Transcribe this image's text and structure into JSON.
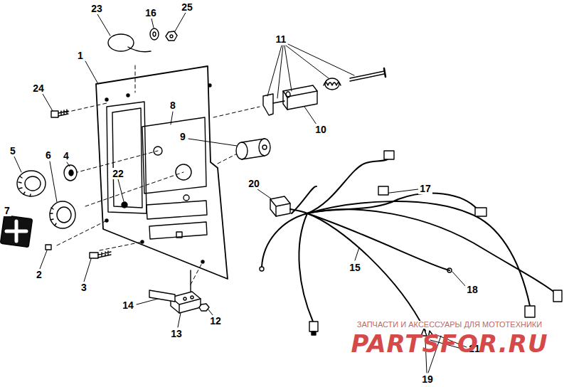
{
  "diagram": {
    "labels": [
      "23",
      "16",
      "25",
      "11",
      "1",
      "24",
      "8",
      "5",
      "4",
      "6",
      "9",
      "10",
      "20",
      "17",
      "22",
      "7",
      "2",
      "3",
      "15",
      "18",
      "14",
      "13",
      "12",
      "21",
      "19",
      "ЗАПЧАСТИ И АКСЕССУАРЫ ДЛЯ МОТОТЕХНИКИ",
      "PARTSFOR.RU"
    ]
  }
}
